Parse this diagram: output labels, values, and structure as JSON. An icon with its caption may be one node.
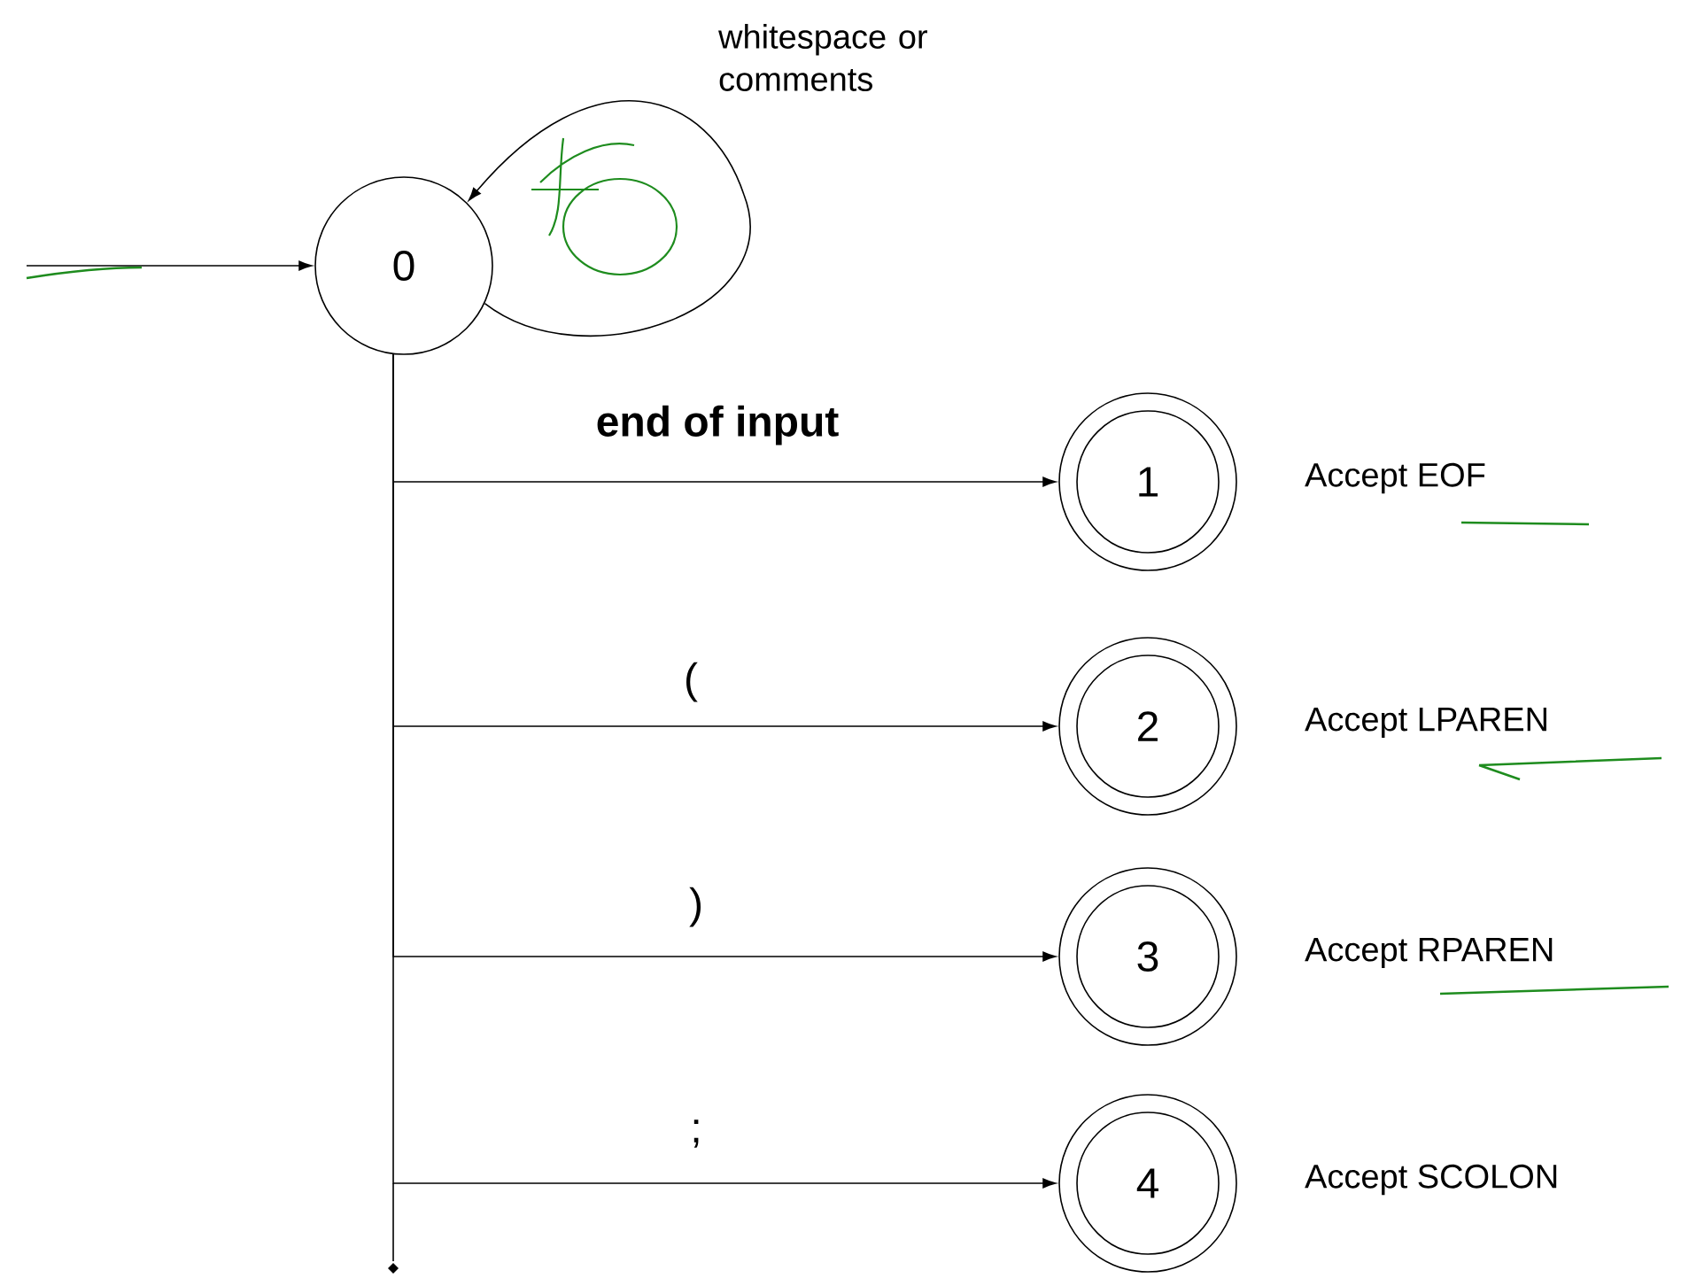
{
  "diagram": {
    "nodes": [
      {
        "text": [
          "0"
        ]
      },
      {
        "text": [
          "1"
        ],
        "beside": [
          "Accept EOF"
        ]
      },
      {
        "text": [
          "2"
        ],
        "beside": [
          "Accept LPAREN"
        ]
      },
      {
        "text": [
          "3"
        ],
        "beside": [
          "Accept RPAREN"
        ]
      },
      {
        "text": [
          "4"
        ],
        "beside": [
          "Accept SCOLON"
        ]
      }
    ],
    "edges": [
      {
        "from": null,
        "to": 0,
        "arrow": "to"
      },
      {
        "from": 0,
        "to": 0,
        "arrow": "to",
        "label": "whitespace or comments"
      },
      {
        "from": 0,
        "to": 1,
        "arrow": "to",
        "label": "end of input"
      },
      {
        "from": 0,
        "to": 2,
        "arrow": "to",
        "label": "("
      },
      {
        "from": 0,
        "to": 3,
        "arrow": "to",
        "label": ")"
      },
      {
        "from": 0,
        "to": 4,
        "arrow": "to",
        "label": ";"
      }
    ]
  }
}
